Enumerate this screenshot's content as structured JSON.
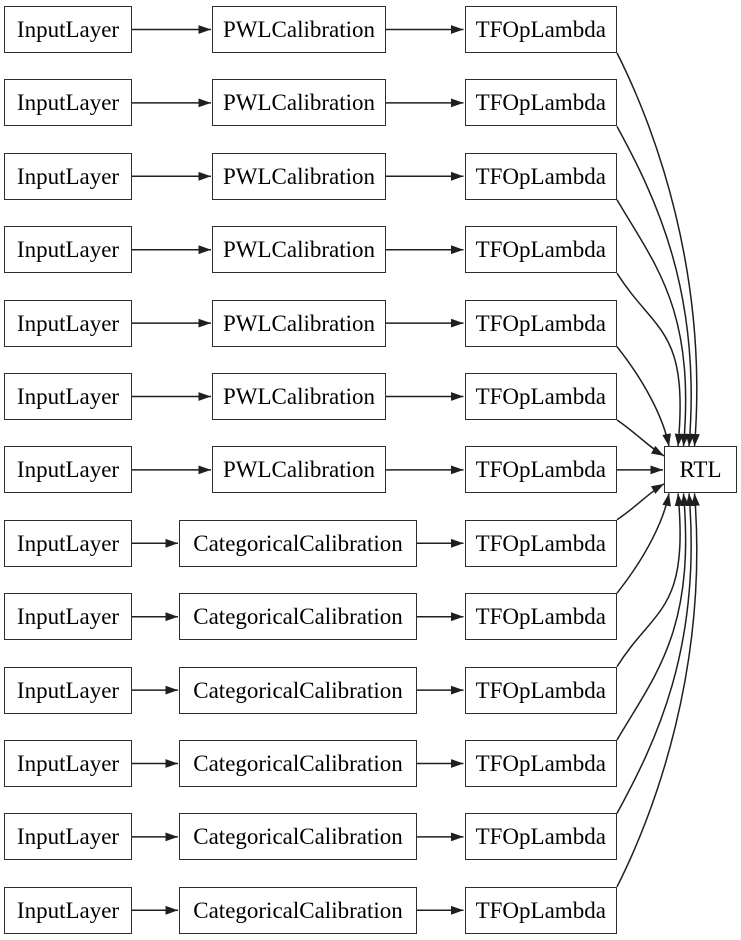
{
  "graph": {
    "output": {
      "label": "RTL"
    },
    "rows": [
      {
        "input": "InputLayer",
        "calibration": "PWLCalibration",
        "calibration_type": "pwl",
        "lambda": "TFOpLambda"
      },
      {
        "input": "InputLayer",
        "calibration": "PWLCalibration",
        "calibration_type": "pwl",
        "lambda": "TFOpLambda"
      },
      {
        "input": "InputLayer",
        "calibration": "PWLCalibration",
        "calibration_type": "pwl",
        "lambda": "TFOpLambda"
      },
      {
        "input": "InputLayer",
        "calibration": "PWLCalibration",
        "calibration_type": "pwl",
        "lambda": "TFOpLambda"
      },
      {
        "input": "InputLayer",
        "calibration": "PWLCalibration",
        "calibration_type": "pwl",
        "lambda": "TFOpLambda"
      },
      {
        "input": "InputLayer",
        "calibration": "PWLCalibration",
        "calibration_type": "pwl",
        "lambda": "TFOpLambda"
      },
      {
        "input": "InputLayer",
        "calibration": "PWLCalibration",
        "calibration_type": "pwl",
        "lambda": "TFOpLambda"
      },
      {
        "input": "InputLayer",
        "calibration": "CategoricalCalibration",
        "calibration_type": "categorical",
        "lambda": "TFOpLambda"
      },
      {
        "input": "InputLayer",
        "calibration": "CategoricalCalibration",
        "calibration_type": "categorical",
        "lambda": "TFOpLambda"
      },
      {
        "input": "InputLayer",
        "calibration": "CategoricalCalibration",
        "calibration_type": "categorical",
        "lambda": "TFOpLambda"
      },
      {
        "input": "InputLayer",
        "calibration": "CategoricalCalibration",
        "calibration_type": "categorical",
        "lambda": "TFOpLambda"
      },
      {
        "input": "InputLayer",
        "calibration": "CategoricalCalibration",
        "calibration_type": "categorical",
        "lambda": "TFOpLambda"
      },
      {
        "input": "InputLayer",
        "calibration": "CategoricalCalibration",
        "calibration_type": "categorical",
        "lambda": "TFOpLambda"
      }
    ]
  },
  "colors": {
    "background": "#ffffff",
    "border": "#2d2d2d",
    "edge": "#1f1f1f",
    "text": "#000000"
  }
}
